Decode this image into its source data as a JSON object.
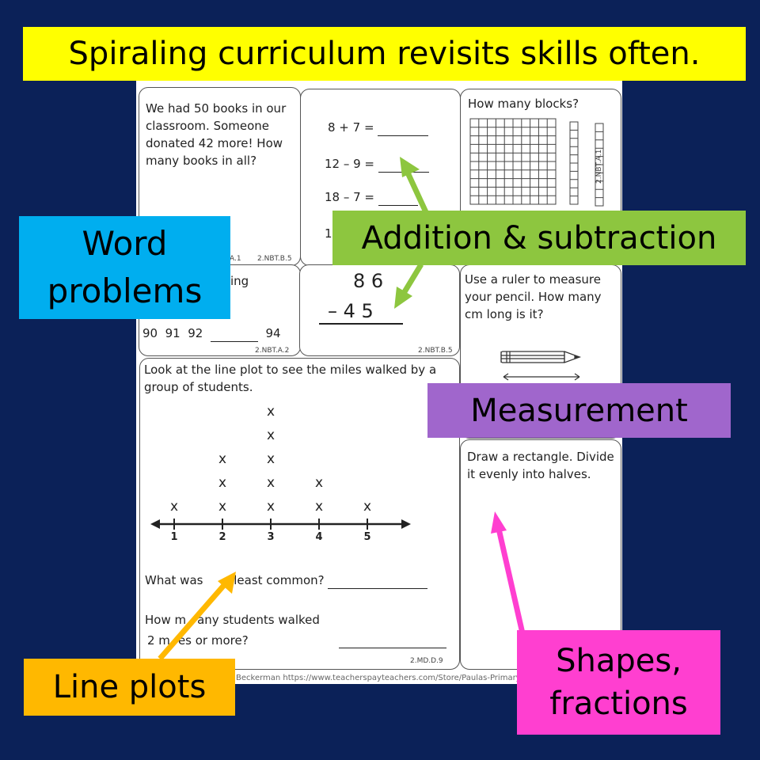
{
  "banner": "Spiraling curriculum revisits skills often.",
  "labels": {
    "word_problems": "Word problems",
    "addition_subtraction": "Addition & subtraction",
    "measurement": "Measurement",
    "line_plots": "Line plots",
    "shapes_fractions": "Shapes, fractions"
  },
  "worksheet": {
    "books_problem": "We had 50 books in our classroom. Someone donated 42 more! How many books in all?",
    "code_a": "2.NBT.B.5",
    "code_a1": "A.1",
    "facts": [
      "8 + 7 =",
      "12 – 9 =",
      "18 – 7 =",
      "10"
    ],
    "blocks_question": "How many blocks?",
    "code_blocks": "2.NBT.A.1",
    "counting_partial": "ing",
    "sequence": "90  91  92",
    "sequence_last": "94",
    "code_seq": "2.NBT.A.2",
    "sub_top": "8 6",
    "sub_bottom": "– 4 5",
    "code_sub": "2.NBT.B.5",
    "ruler_prompt": "Use a ruler to measure your pencil. How many cm long is it?",
    "line_plot_prompt": "Look at the line plot to see the miles walked by a group of students.",
    "axis_ticks": [
      "1",
      "2",
      "3",
      "4",
      "5"
    ],
    "x_mark": "x",
    "least_common_q1": "What was",
    "least_common_q2": "e least common?",
    "walked_q_a": "How m",
    "walked_q_b": "any students walked",
    "walked_q_c": "2 m",
    "walked_q_d": "es or more?",
    "code_plot": "2.MD.D.9",
    "rectangle_prompt": "Draw a rectangle. Divide it evenly into halves.",
    "footer": "Beckerman https://www.teacherspayteachers.com/Store/Paulas-Primary-"
  },
  "chart_data": {
    "type": "scatter",
    "title": "",
    "xlabel": "",
    "ylabel": "",
    "x": [
      1,
      2,
      3,
      4,
      5
    ],
    "values": [
      1,
      3,
      5,
      2,
      1
    ]
  },
  "colors": {
    "background": "#0b2158",
    "banner": "#ffff00",
    "word_problems": "#00aeef",
    "addition_subtraction": "#8dc63f",
    "measurement": "#a066cc",
    "line_plots": "#ffb800",
    "shapes_fractions": "#ff3fd0"
  }
}
